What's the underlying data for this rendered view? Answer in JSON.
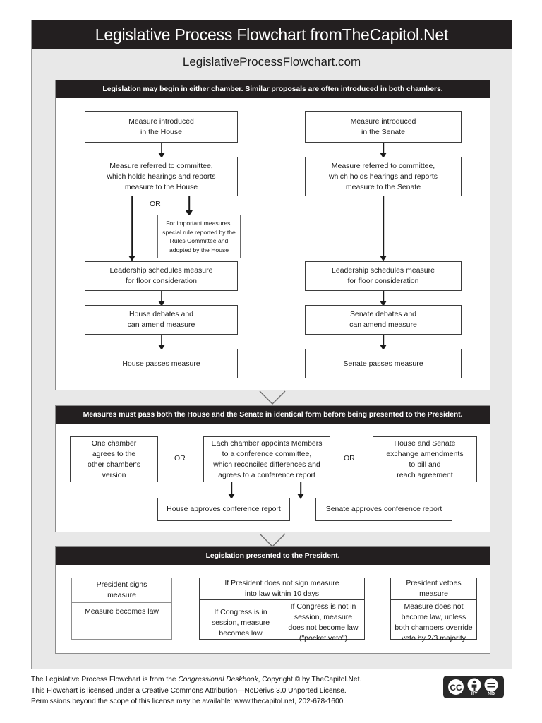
{
  "header": {
    "title": "Legislative Process Flowchart fromTheCapitol.Net",
    "subtitle": "LegislativeProcessFlowchart.com"
  },
  "sections": [
    {
      "id": "chambers",
      "header": "Legislation may begin in either chamber. Similar proposals are often introduced in both chambers.",
      "or_label": "OR",
      "house": [
        "Measure introduced\nin the House",
        "Measure referred to committee,\nwhich holds hearings and reports\nmeasure to the House",
        "Leadership schedules measure\nfor floor consideration",
        "House debates and\ncan amend measure",
        "House passes measure"
      ],
      "house_lines": {
        "b1l1": "Measure introduced",
        "b1l2": "in the House",
        "b2l1": "Measure referred to committee,",
        "b2l2": "which holds hearings and reports",
        "b2l3": "measure to the House",
        "b3l1": "Leadership schedules measure",
        "b3l2": "for floor consideration",
        "b4l1": "House debates and",
        "b4l2": "can amend measure",
        "b5l1": "House passes measure"
      },
      "rules_box": {
        "l1": "For important measures,",
        "l2": "special rule reported by the",
        "l3": "Rules Committee and",
        "l4": "adopted by the House"
      },
      "senate_lines": {
        "b1l1": "Measure introduced",
        "b1l2": "in the Senate",
        "b2l1": "Measure referred to committee,",
        "b2l2": "which holds hearings and reports",
        "b2l3": "measure to the Senate",
        "b3l1": "Leadership schedules measure",
        "b3l2": "for floor consideration",
        "b4l1": "Senate debates and",
        "b4l2": "can amend measure",
        "b5l1": "Senate passes measure"
      }
    },
    {
      "id": "reconcile",
      "header": "Measures must pass both the House and the Senate in identical form before being presented to the President.",
      "or_label_1": "OR",
      "or_label_2": "OR",
      "option1": {
        "l1": "One chamber",
        "l2": "agrees to the",
        "l3": "other chamber's",
        "l4": "version"
      },
      "option2": {
        "l1": "Each chamber appoints Members",
        "l2": "to a conference committee,",
        "l3": "which reconciles differences and",
        "l4": "agrees to a conference report"
      },
      "option3": {
        "l1": "House and Senate",
        "l2": "exchange amendments",
        "l3": "to bill and",
        "l4": "reach agreement"
      },
      "house_approves": "House approves conference report",
      "senate_approves": "Senate approves conference report"
    },
    {
      "id": "president",
      "header": "Legislation presented to the President.",
      "signs": {
        "top_l1": "President signs",
        "top_l2": "measure",
        "bottom_l1": "Measure becomes law"
      },
      "no_sign": {
        "top_l1": "If President does not sign measure",
        "top_l2": "into law within 10 days",
        "left_l1": "If Congress is in",
        "left_l2": "session, measure",
        "left_l3": "becomes law",
        "right_l1": "If Congress is not in",
        "right_l2": "session, measure",
        "right_l3": "does not become law",
        "right_l4": "(\"pocket veto\")"
      },
      "vetoes": {
        "top_l1": "President vetoes",
        "top_l2": "measure",
        "bottom_l1": "Measure does not",
        "bottom_l2": "become law, unless",
        "bottom_l3": "both chambers override",
        "bottom_l4": "veto by 2/3 majority"
      }
    }
  ],
  "footer": {
    "line1_a": "The Legislative Process Flowchart is from the ",
    "line1_italic": "Congressional Deskbook",
    "line1_b": ", Copyright © by TheCapitol.Net.",
    "line2": "This Flowchart is licensed under a Creative Commons Attribution—NoDerivs 3.0 Unported License.",
    "line3": "Permissions beyond the scope of this license may be available: www.thecapitol.net, 202-678-1600.",
    "cc_badge": {
      "cc": "CC",
      "by": "BY",
      "nd": "ND"
    }
  },
  "colors": {
    "header_bar": "#231f20",
    "page_bg": "#e8e8e8",
    "panel_bg": "#ffffff",
    "border": "#3d3d3d"
  }
}
